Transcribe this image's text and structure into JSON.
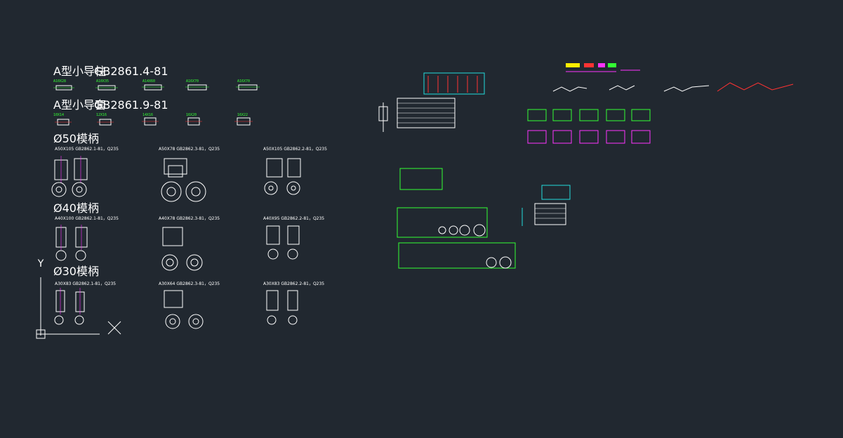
{
  "view": {
    "background": "#212830"
  },
  "colors": {
    "line": "#ffffff",
    "green": "#33ff33",
    "cyan": "#22dddd",
    "magenta": "#ff33ff",
    "red": "#ff3333",
    "yellow": "#ffee00",
    "blue": "#3366ff"
  },
  "titles": {
    "guide_post_a": "A型小导柱",
    "guide_post_a_std": "GB2861.4-81",
    "guide_sleeve_a": "A型小导套",
    "guide_sleeve_a_std": "GB2861.9-81",
    "d50": "Ø50模柄",
    "d40": "Ø40模柄",
    "d30": "Ø30模柄"
  },
  "post_labels": [
    "A10X28",
    "A10X35",
    "A14X60",
    "A16X70",
    "A16X70"
  ],
  "sleeve_labels": [
    "10X14",
    "12X16",
    "14X16",
    "16X20",
    "16X22"
  ],
  "rows": [
    [
      "A50X105 GB2862.1-81，Q235",
      "A50X78 GB2862.3-81，Q235",
      "A50X105 GB2862.2-81，Q235"
    ],
    [
      "A40X100 GB2862.1-81，Q235",
      "A40X78 GB2862.3-81，Q235",
      "A40X95 GB2862.2-81，Q235"
    ],
    [
      "A30X83 GB2862.1-81，Q235",
      "A30X64 GB2862.3-81，Q235",
      "A30X83 GB2862.2-81，Q235"
    ]
  ],
  "ucs": {
    "y": "Y"
  }
}
